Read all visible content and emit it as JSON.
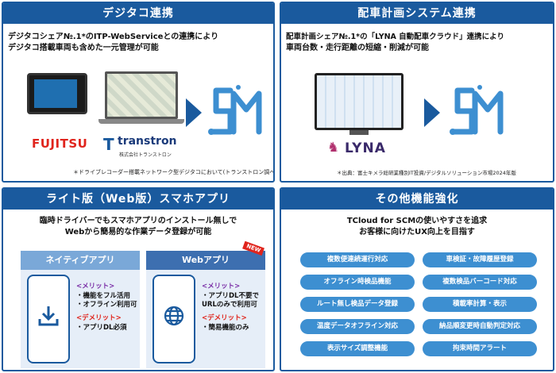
{
  "p1": {
    "title": "デジタコ連携",
    "desc1": "デジタコシェア№.1*のITP-WebServiceとの連携により",
    "desc2": "デジタコ搭載車両も含めた一元管理が可能",
    "logo_fujitsu": "FUJITSU",
    "logo_transtron": "transtron",
    "logo_transtron_sub": "株式会社トランストロン",
    "footnote": "＊ドライブレコーダー搭載ネットワーク型デジタコにおいて(トランストロン調べ)"
  },
  "p2": {
    "title": "配車計画システム連携",
    "desc1": "配車計画シェア№.1*の「LYNA 自動配車クラウド」連携により",
    "desc2": "車両台数・走行距離の短縮・削減が可能",
    "logo_lyna": "LYNA",
    "footnote": "＊出典：富士キメラ総研業種別IT投資/デジタルソリューション市場2024年版"
  },
  "p3": {
    "title": "ライト版（Web版）スマホアプリ",
    "desc1": "臨時ドライバーでもスマホアプリのインストール無しで",
    "desc2": "Webから簡易的な作業データ登録が可能",
    "native": {
      "tab": "ネイティブアプリ",
      "merit_h": "<メリット>",
      "merit1": "・機能をフル活用",
      "merit2": "・オフライン利用可",
      "demerit_h": "<デメリット>",
      "demerit1": "・アプリDL必須"
    },
    "web": {
      "tab": "Webアプリ",
      "badge": "NEW",
      "merit_h": "<メリット>",
      "merit1": "・アプリDL不要で",
      "merit2": "URLのみで利用可",
      "demerit_h": "<デメリット>",
      "demerit1": "・簡易機能のみ"
    }
  },
  "p4": {
    "title": "その他機能強化",
    "desc1": "TCloud for SCMの使いやすさを追求",
    "desc2": "お客様に向けたUX向上を目指す",
    "features": [
      "複数便連続運行対応",
      "車検証・故障履歴登録",
      "オフライン時検品機能",
      "複数検品バーコード対応",
      "ルート無し検品データ登録",
      "積載率計算・表示",
      "温度データオフライン対応",
      "納品順変更時自動判定対応",
      "表示サイズ調整機能",
      "拘束時間アラート"
    ]
  },
  "colors": {
    "primary": "#1a5a9e",
    "pill": "#3d8fd1",
    "red": "#e0241c"
  }
}
